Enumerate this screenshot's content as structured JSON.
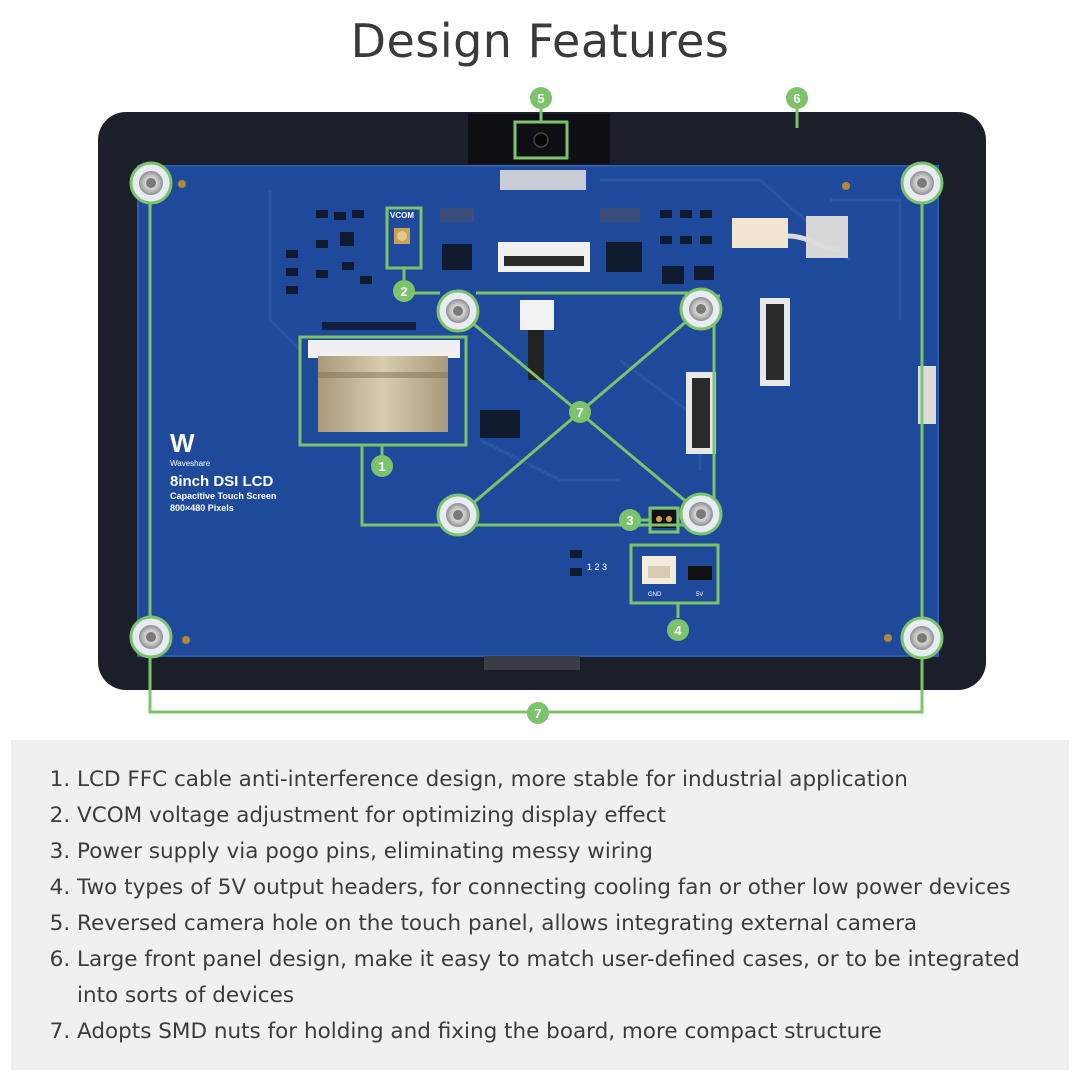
{
  "title": "Design Features",
  "board": {
    "logo_text": "Waveshare",
    "product_name": "8inch DSI LCD",
    "subtitle": "Capacitive Touch Screen",
    "resolution": "800×480 Pixels",
    "vcom_label": "VCOM",
    "pin_labels": "1 2 3",
    "header_label_gnd": "GND",
    "header_label_5v": "5V"
  },
  "callouts": [
    "1",
    "2",
    "3",
    "4",
    "5",
    "6",
    "7",
    "7"
  ],
  "features": [
    "LCD FFC cable anti-interference design, more stable for industrial application",
    "VCOM voltage adjustment for optimizing display effect",
    "Power supply via pogo pins, eliminating messy wiring",
    "Two types of 5V output headers, for connecting cooling fan or other low power devices",
    "Reversed camera hole on the touch panel, allows integrating external camera",
    "Large front panel design, make it easy to match user-defined cases, or to be integrated into sorts of devices",
    "Adopts SMD nuts for holding and fixing the board, more compact structure"
  ],
  "colors": {
    "callout_green": "#7dc36b",
    "panel_black": "#1b1f2a",
    "board_blue": "#1f4a9c",
    "feature_bg": "#f0f0f0"
  }
}
